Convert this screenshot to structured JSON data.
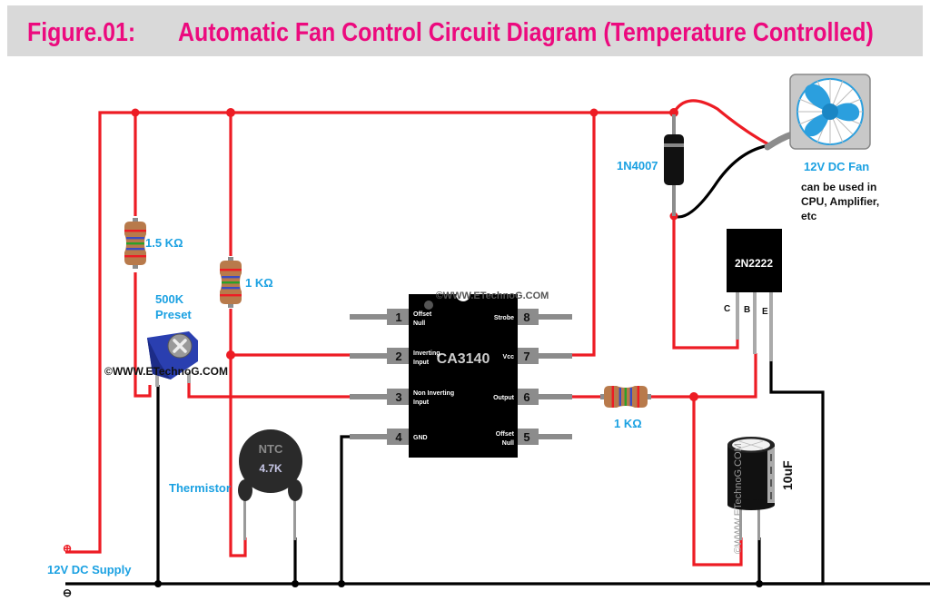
{
  "header": {
    "figure_label": "Figure.01:",
    "title": "Automatic Fan Control Circuit Diagram (Temperature Controlled)"
  },
  "colors": {
    "title": "#ec0a7e",
    "title_bg": "#d9d9d9",
    "wire_positive": "#ed1c24",
    "wire_ground": "#000000",
    "label": "#1ba1e2",
    "fan_blade": "#2b9fde",
    "preset_body": "#2a3fb0"
  },
  "supply": {
    "label": "12V DC Supply",
    "positive_symbol": "⊕",
    "negative_symbol": "⊖"
  },
  "components": {
    "r1": {
      "label": "1.5 KΩ"
    },
    "r2": {
      "label": "1 KΩ"
    },
    "r3": {
      "label": "1 KΩ"
    },
    "preset": {
      "label_line1": "500K",
      "label_line2": "Preset"
    },
    "thermistor": {
      "label": "Thermistor",
      "body_line1": "NTC",
      "body_line2": "4.7K"
    },
    "diode": {
      "label": "1N4007"
    },
    "fan": {
      "label": "12V DC Fan",
      "note_line1": "can be used in",
      "note_line2": "CPU, Amplifier,",
      "note_line3": "etc"
    },
    "transistor": {
      "label": "2N2222",
      "pins": [
        "C",
        "B",
        "E"
      ]
    },
    "capacitor": {
      "label": "10uF",
      "watermark": "©WWW.ETechnoG.COM"
    },
    "ic": {
      "name": "CA3140",
      "watermark": "©WWW.ETechnoG.COM",
      "left_pins": [
        {
          "num": "1",
          "name_line1": "Offset",
          "name_line2": "Null"
        },
        {
          "num": "2",
          "name_line1": "Inverting",
          "name_line2": "Input"
        },
        {
          "num": "3",
          "name_line1": "Non Inverting",
          "name_line2": "Input"
        },
        {
          "num": "4",
          "name_line1": "GND",
          "name_line2": ""
        }
      ],
      "right_pins": [
        {
          "num": "8",
          "name_line1": "Strobe",
          "name_line2": ""
        },
        {
          "num": "7",
          "name_line1": "Vcc",
          "name_line2": ""
        },
        {
          "num": "6",
          "name_line1": "Output",
          "name_line2": ""
        },
        {
          "num": "5",
          "name_line1": "Offset",
          "name_line2": "Null"
        }
      ]
    }
  },
  "watermark": "©WWW.ETechnoG.COM"
}
